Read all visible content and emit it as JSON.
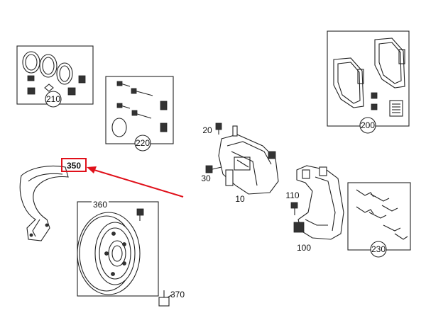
{
  "labels": {
    "kit_210": "210",
    "kit_220": "220",
    "kit_200": "200",
    "kit_230": "230",
    "disc_360": "360",
    "shield_350": "350",
    "bolt_370": "370",
    "bleeder_20": "20",
    "bolt_30": "30",
    "caliper_10": "10",
    "bolt_110": "110",
    "carrier_100": "100"
  },
  "colors": {
    "highlight": "#e0101a",
    "line": "#222222"
  }
}
